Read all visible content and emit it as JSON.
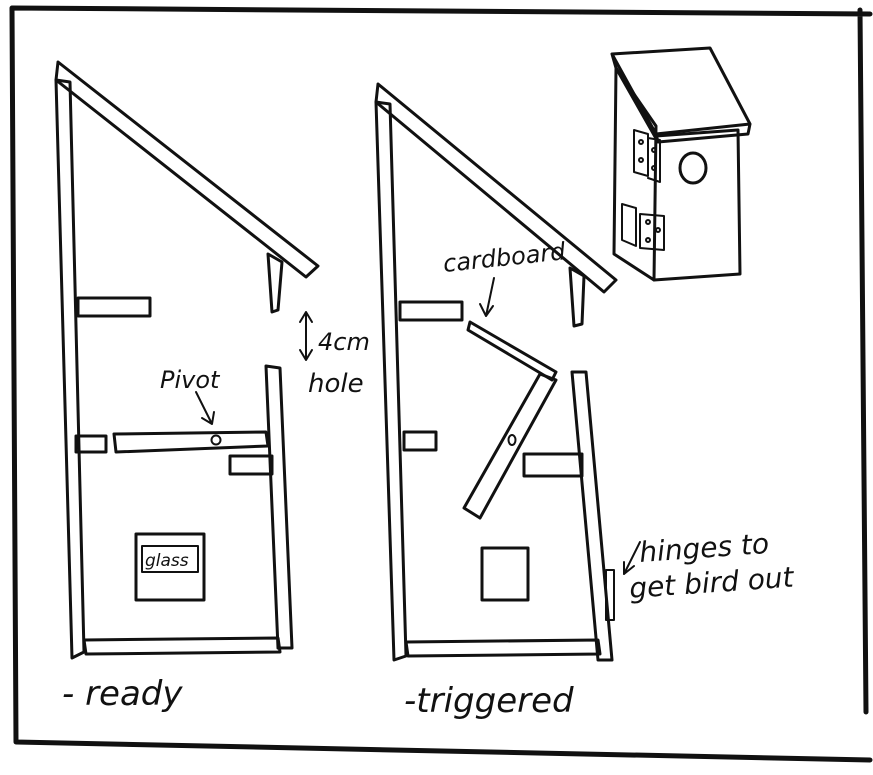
{
  "labels": {
    "pivot": "Pivot",
    "hole_size": "4cm",
    "hole": "hole",
    "glass": "glass",
    "ready": "- ready",
    "cardboard": "cardboard",
    "triggered": "-triggered",
    "hinges_line1": "hinges to",
    "hinges_line2": "get bird out"
  }
}
